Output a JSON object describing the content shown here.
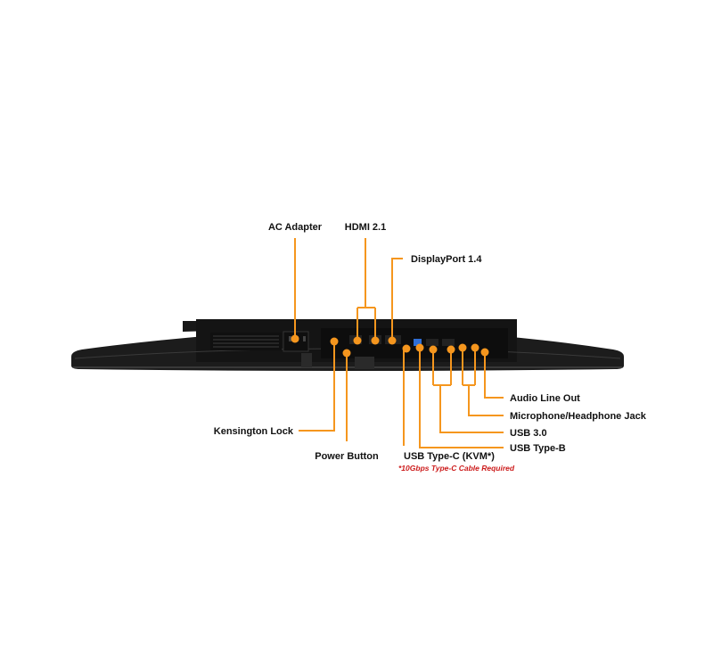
{
  "colors": {
    "background": "#ffffff",
    "monitor_body": "#1c1c1c",
    "port_area": "#0d0d0d",
    "callout": "#f5961e",
    "label_text": "#111111",
    "note_text": "#cc1b1b",
    "usb3_blue": "#2f6fd6"
  },
  "labels": {
    "ac_adapter": "AC Adapter",
    "hdmi": "HDMI 2.1",
    "displayport": "DisplayPort 1.4",
    "kensington": "Kensington Lock",
    "power": "Power Button",
    "usb_c": "USB Type-C (KVM*)",
    "usb_c_note": "*10Gbps Type-C Cable Required",
    "audio_out": "Audio Line Out",
    "mic_jack": "Microphone/Headphone Jack",
    "usb3": "USB 3.0",
    "usb_b": "USB Type-B"
  }
}
